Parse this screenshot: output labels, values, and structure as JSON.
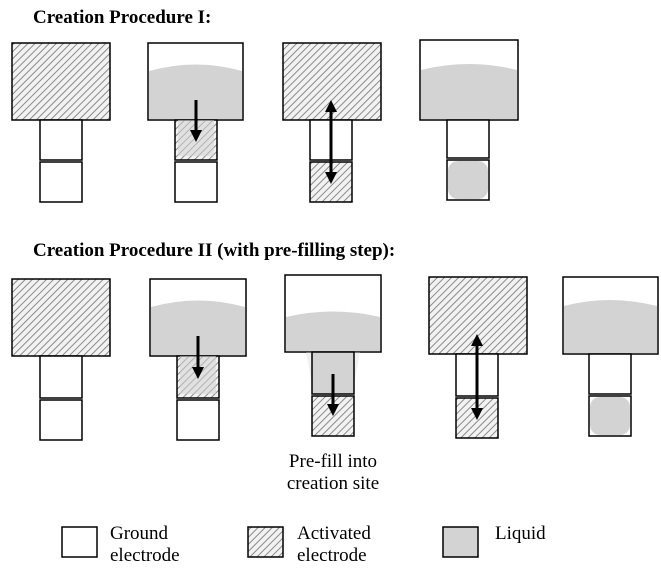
{
  "procedure1": {
    "title": "Creation Procedure I:"
  },
  "procedure2": {
    "title": "Creation Procedure II (with pre-filling step):",
    "prefill_caption_line1": "Pre-fill into",
    "prefill_caption_line2": "creation site"
  },
  "legend": {
    "ground": {
      "line1": "Ground",
      "line2": "electrode"
    },
    "activated": {
      "line1": "Activated",
      "line2": "electrode"
    },
    "liquid": {
      "line1": "Liquid"
    }
  },
  "colors": {
    "liquid": "#d3d3d3",
    "outline": "#000000",
    "hatch": "#8a8a8a"
  }
}
